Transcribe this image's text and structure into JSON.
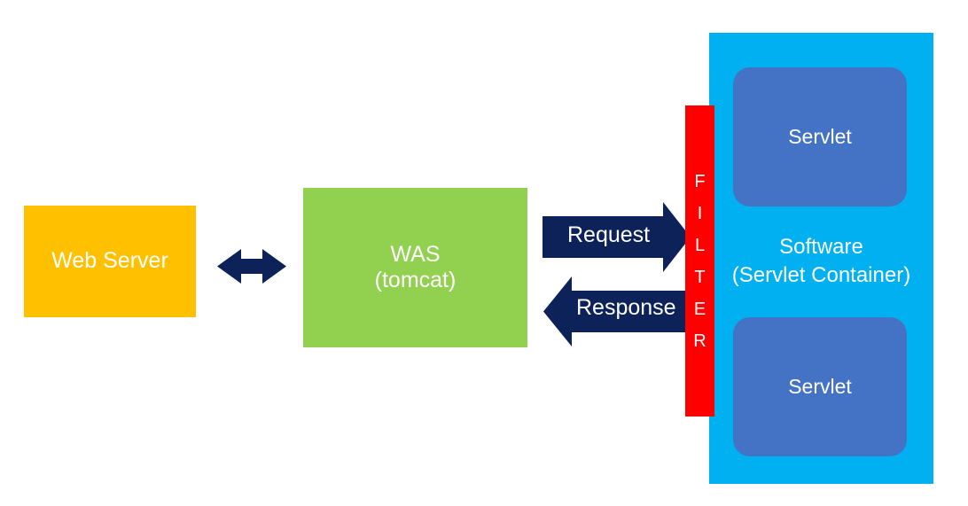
{
  "diagram": {
    "title": "Web Server / WAS / Servlet Container request-response flow",
    "colors": {
      "web_server": "#ffc000",
      "was": "#92d050",
      "software_container": "#00b0f0",
      "servlet": "#4472c4",
      "filter": "#ff0000",
      "arrow": "#0d2259",
      "text_on_fill": "#ffffff",
      "background": "#ffffff"
    },
    "nodes": {
      "web_server": {
        "label": "Web Server"
      },
      "was": {
        "line1": "WAS",
        "line2": "(tomcat)"
      },
      "software_container": {
        "line1": "Software",
        "line2": "(Servlet Container)"
      },
      "servlet_top": {
        "label": "Servlet"
      },
      "servlet_bottom": {
        "label": "Servlet"
      },
      "filter": {
        "label": "FILTER",
        "letters": [
          "F",
          "I",
          "L",
          "T",
          "E",
          "R"
        ]
      }
    },
    "connectors": {
      "web_server_was": {
        "label": "",
        "direction": "bidirectional"
      },
      "request": {
        "label": "Request",
        "direction": "right"
      },
      "response": {
        "label": "Response",
        "direction": "left"
      }
    }
  }
}
